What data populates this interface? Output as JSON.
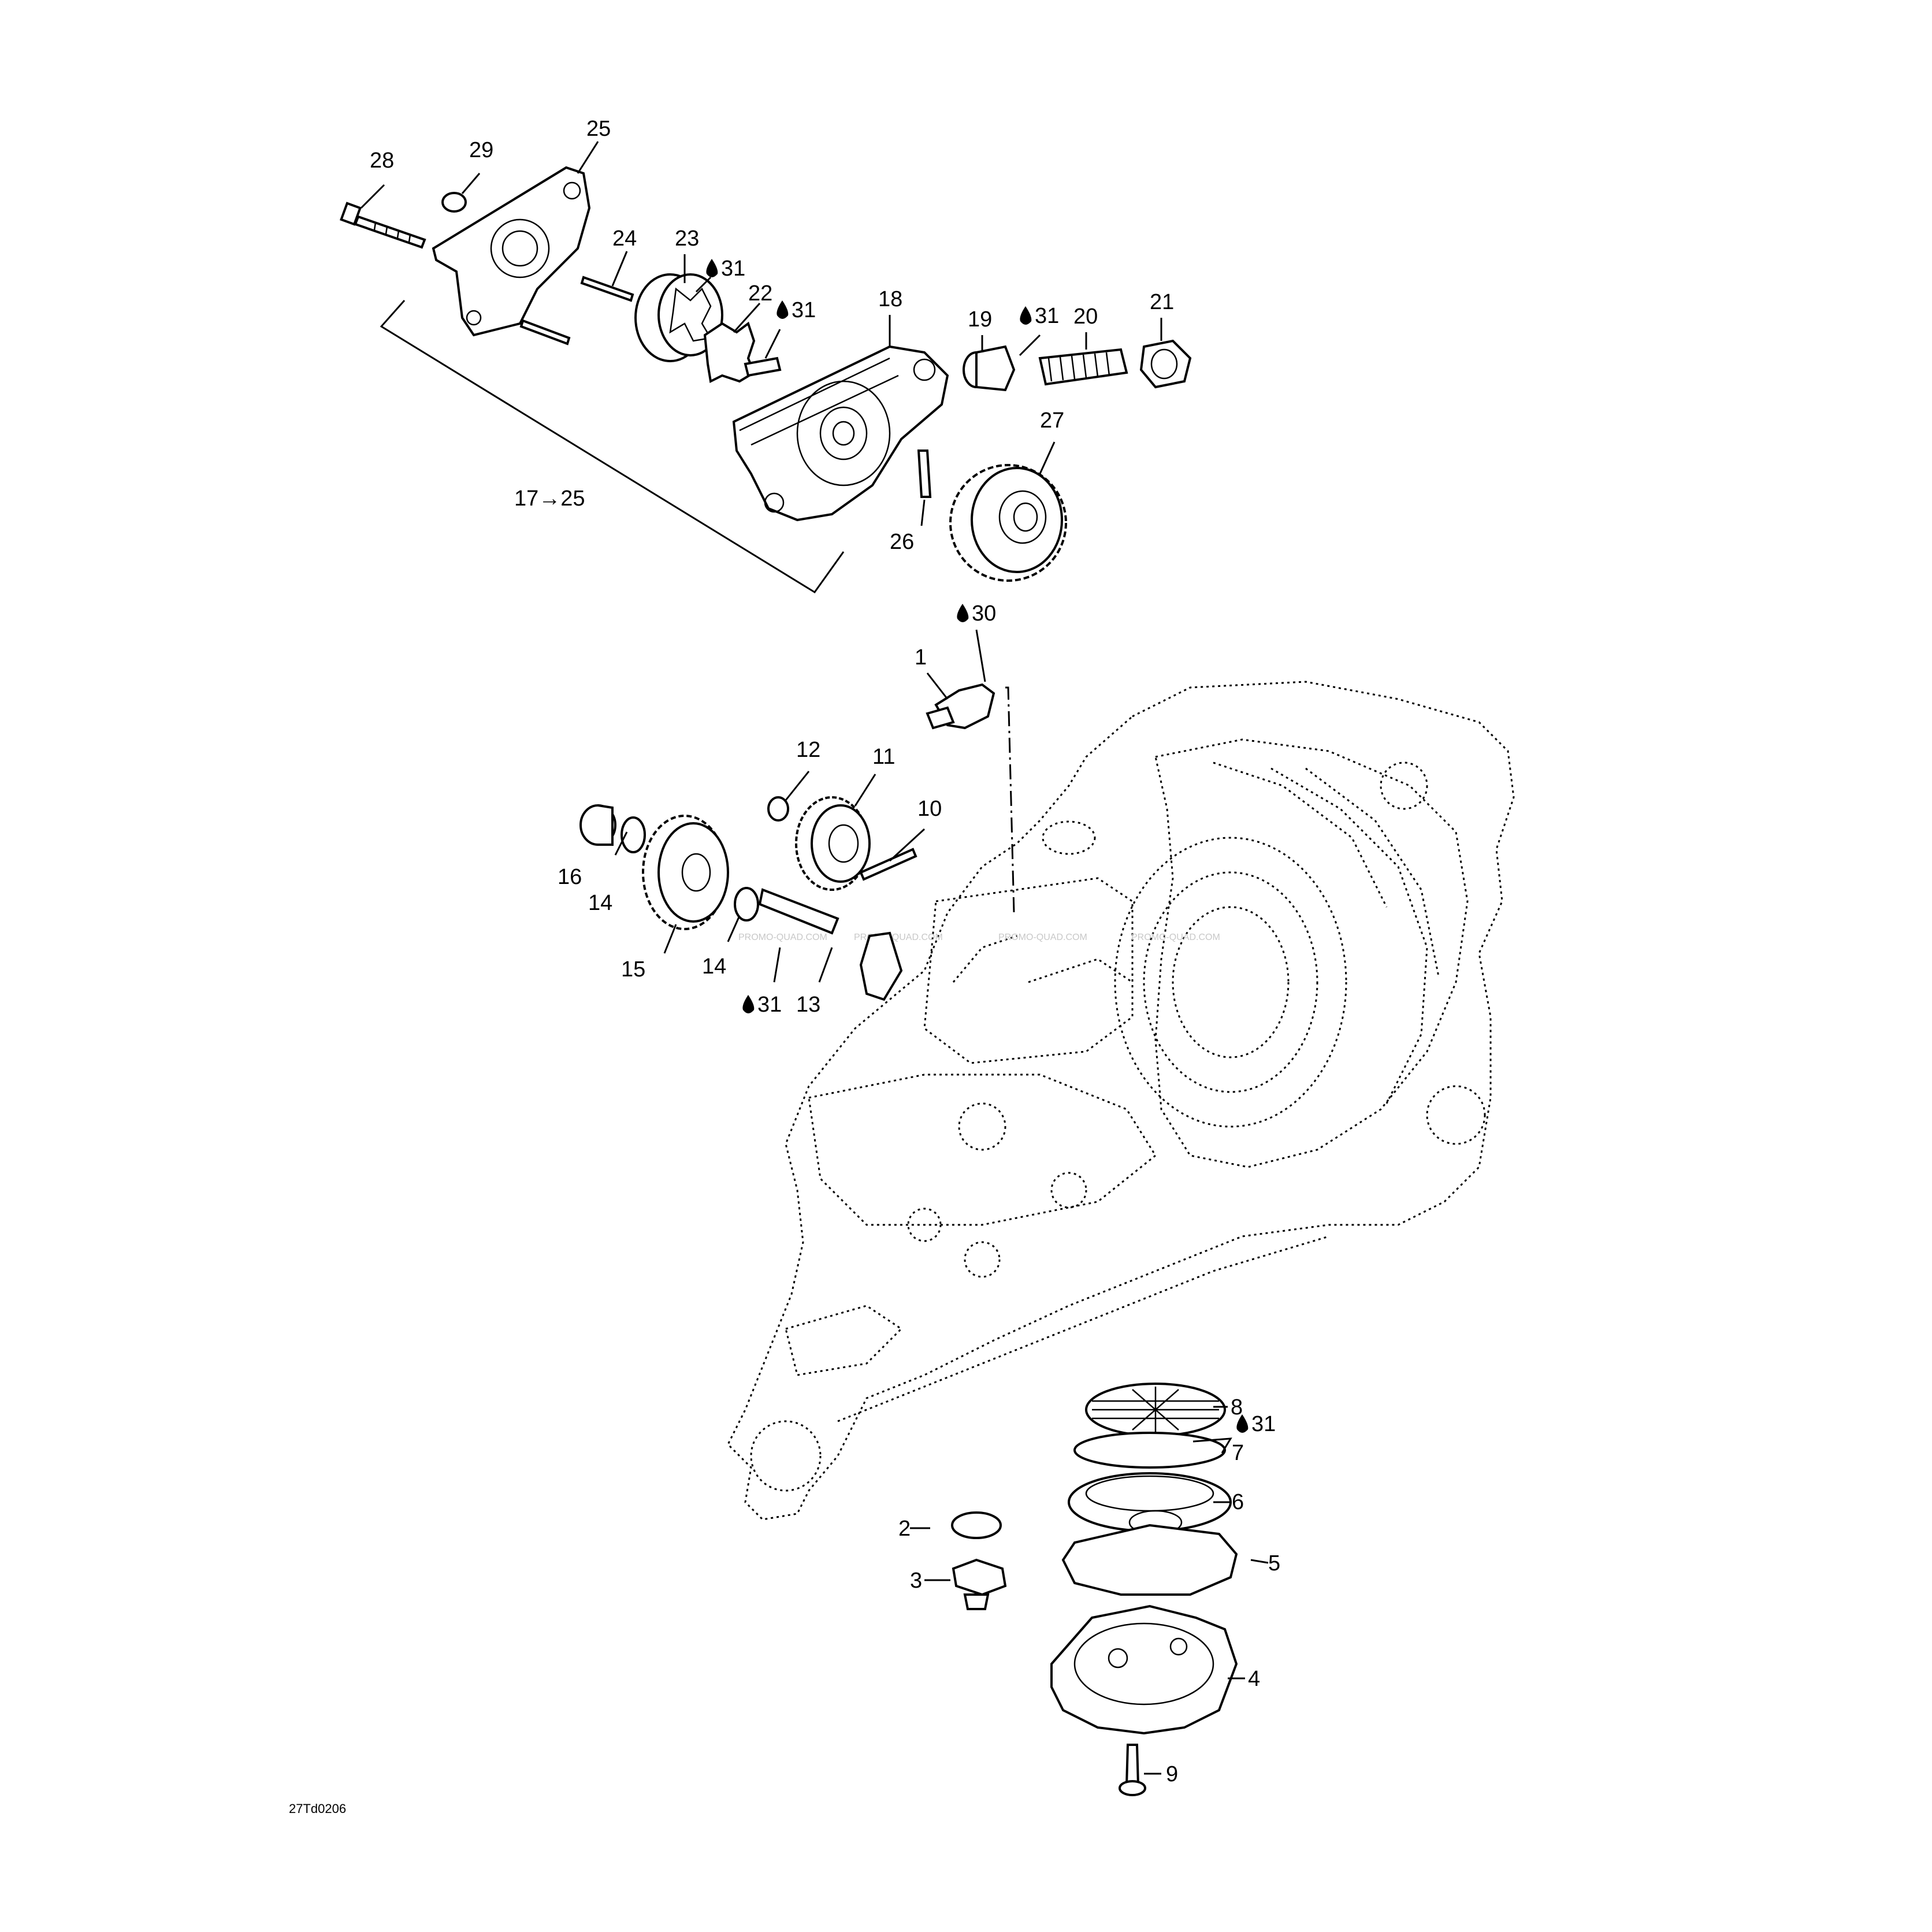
{
  "diagram": {
    "drawing_code": "27Td0206",
    "watermark": "PROMO-QUAD.COM",
    "oil_symbol": "drop-icon",
    "assembly_label": "17→25",
    "callouts": [
      {
        "id": "c28",
        "text": "28"
      },
      {
        "id": "c29",
        "text": "29"
      },
      {
        "id": "c25",
        "text": "25"
      },
      {
        "id": "c24",
        "text": "24"
      },
      {
        "id": "c23",
        "text": "23"
      },
      {
        "id": "c23o",
        "text": "31",
        "oil": true
      },
      {
        "id": "c22",
        "text": "22"
      },
      {
        "id": "c22o",
        "text": "31",
        "oil": true
      },
      {
        "id": "c18",
        "text": "18"
      },
      {
        "id": "c19",
        "text": "19"
      },
      {
        "id": "c19o",
        "text": "31",
        "oil": true
      },
      {
        "id": "c20",
        "text": "20"
      },
      {
        "id": "c21",
        "text": "21"
      },
      {
        "id": "c27",
        "text": "27"
      },
      {
        "id": "c26",
        "text": "26"
      },
      {
        "id": "c30",
        "text": "30",
        "oil": true
      },
      {
        "id": "c1",
        "text": "1"
      },
      {
        "id": "c12",
        "text": "12"
      },
      {
        "id": "c11",
        "text": "11"
      },
      {
        "id": "c10",
        "text": "10"
      },
      {
        "id": "c16",
        "text": "16"
      },
      {
        "id": "c14a",
        "text": "14"
      },
      {
        "id": "c15",
        "text": "15"
      },
      {
        "id": "c14b",
        "text": "14"
      },
      {
        "id": "c13o",
        "text": "31",
        "oil": true
      },
      {
        "id": "c13",
        "text": "13"
      },
      {
        "id": "c8",
        "text": "8"
      },
      {
        "id": "c8o",
        "text": "31",
        "oil": true
      },
      {
        "id": "c7",
        "text": "7"
      },
      {
        "id": "c6",
        "text": "6"
      },
      {
        "id": "c5",
        "text": "5"
      },
      {
        "id": "c2",
        "text": "2"
      },
      {
        "id": "c3",
        "text": "3"
      },
      {
        "id": "c4",
        "text": "4"
      },
      {
        "id": "c9",
        "text": "9"
      }
    ]
  }
}
